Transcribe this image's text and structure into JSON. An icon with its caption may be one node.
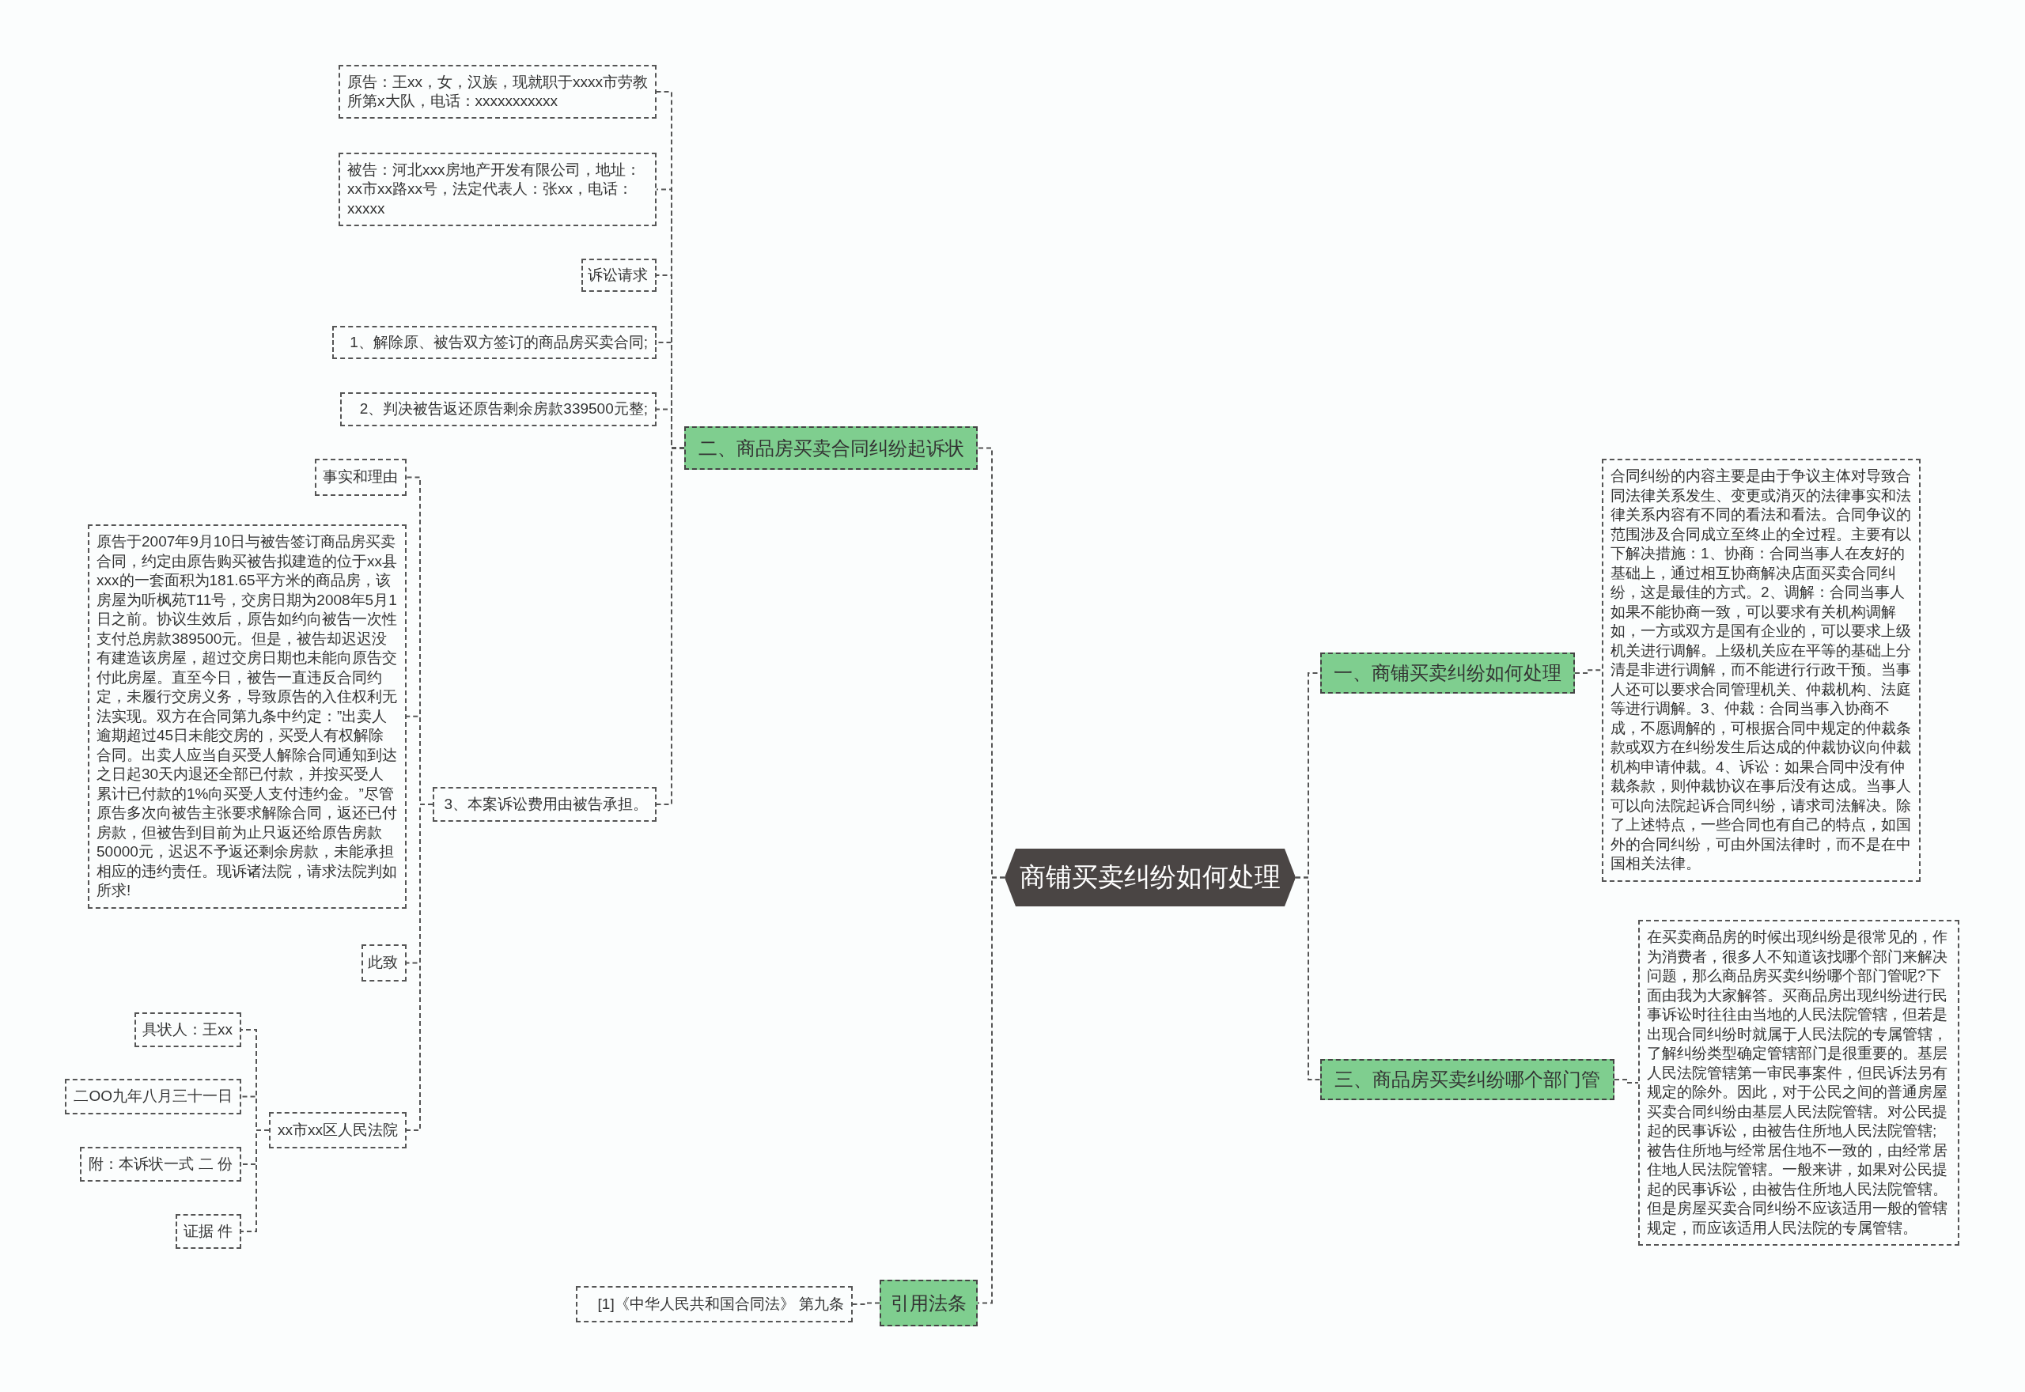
{
  "diagram": {
    "nodes": [
      {
        "text": [
          "商铺买卖纠纷如何处理"
        ]
      },
      {
        "text": [
          "一、商铺买卖纠纷如何处理"
        ]
      },
      {
        "text": [
          "合同纠纷的内容主要是由于争议主体对导致合同法律关系发生、变更或消灭的法律事实和法律关系内容有不同的看法和看法。合同争议的范围涉及合同成立至终止的全过程。主要有以下解决措施：1、协商：合同当事人在友好的基础上，通过相互协商解决店面买卖合同纠纷，这是最佳的方式。2、调解：合同当事人如果不能协商一致，可以要求有关机构调解如，一方或双方是国有企业的，可以要求上级机关进行调解。上级机关应在平等的基础上分清是非进行调解，而不能进行行政干预。当事人还可以要求合同管理机关、仲裁机构、法庭等进行调解。3、仲裁：合同当事入协商不成，不愿调解的，可根据合同中规定的仲裁条款或双方在纠纷发生后达成的仲裁协议向仲裁机构申请仲裁。4、诉讼：如果合同中没有仲裁条款，则仲裁协议在事后没有达成。当事人可以向法院起诉合同纠纷，请求司法解决。除了上述特点，一些合同也有自己的特点，如国外的合同纠纷，可由外国法律时，而不是在中国相关法律。"
        ]
      },
      {
        "text": [
          "三、商品房买卖纠纷哪个部门管"
        ]
      },
      {
        "text": [
          "在买卖商品房的时候出现纠纷是很常见的，作为消费者，很多人不知道该找哪个部门来解决问题，那么商品房买卖纠纷哪个部门管呢?下面由我为大家解答。买商品房出现纠纷进行民事诉讼时往往由当地的人民法院管辖，但若是出现合同纠纷时就属于人民法院的专属管辖，了解纠纷类型确定管辖部门是很重要的。基层人民法院管辖第一审民事案件，但民诉法另有规定的除外。因此，对于公民之间的普通房屋买卖合同纠纷由基层人民法院管辖。对公民提起的民事诉讼，由被告住所地人民法院管辖;被告住所地与经常居住地不一致的，由经常居住地人民法院管辖。一般来讲，如果对公民提起的民事诉讼，由被告住所地人民法院管辖。但是房屋买卖合同纠纷不应该适用一般的管辖规定，而应该适用人民法院的专属管辖。"
        ]
      },
      {
        "text": [
          "二、商品房买卖合同纠纷起诉状"
        ]
      },
      {
        "text": [
          "原告：王xx，女，汉族，现就职于xxxx市劳教所第x大队，电话：xxxxxxxxxxx"
        ]
      },
      {
        "text": [
          "被告：河北xxx房地产开发有限公司，地址：xx市xx路xx号，法定代表人：张xx，电话：xxxxx"
        ]
      },
      {
        "text": [
          "诉讼请求"
        ]
      },
      {
        "text": [
          "1、解除原、被告双方签订的商品房买卖合同;"
        ]
      },
      {
        "text": [
          "2、判决被告返还原告剩余房款339500元整;"
        ]
      },
      {
        "text": [
          "3、本案诉讼费用由被告承担。"
        ]
      },
      {
        "text": [
          "事实和理由"
        ]
      },
      {
        "text": [
          "原告于2007年9月10日与被告签订商品房买卖合同，约定由原告购买被告拟建造的位于xx县xxx的一套面积为181.65平方米的商品房，该房屋为听枫苑T11号，交房日期为2008年5月1日之前。协议生效后，原告如约向被告一次性支付总房款389500元。但是，被告却迟迟没有建造该房屋，超过交房日期也未能向原告交付此房屋。直至今日，被告一直违反合同约定，未履行交房义务，导致原告的入住权利无法实现。双方在合同第九条中约定：”出卖人逾期超过45日未能交房的，买受人有权解除合同。出卖人应当自买受人解除合同通知到达之日起30天内退还全部已付款，并按买受人累计已付款的1%向买受人支付违约金。”尽管原告多次向被告主张要求解除合同，返还已付房款，但被告到目前为止只返还给原告房款50000元，迟迟不予返还剩余房款，未能承担相应的违约责任。现诉诸法院，请求法院判如所求!"
        ]
      },
      {
        "text": [
          "此致"
        ]
      },
      {
        "text": [
          "xx市xx区人民法院"
        ]
      },
      {
        "text": [
          "具状人：王xx"
        ]
      },
      {
        "text": [
          "二OO九年八月三十一日"
        ]
      },
      {
        "text": [
          "附：本诉状一式 二 份"
        ]
      },
      {
        "text": [
          "证据 件"
        ]
      },
      {
        "text": [
          "引用法条"
        ]
      },
      {
        "text": [
          "[1]《中华人民共和国合同法》 第九条"
        ]
      }
    ],
    "edges": [
      {
        "from": 0,
        "to": 1,
        "arrow": "none",
        "style": "dashed"
      },
      {
        "from": 1,
        "to": 2,
        "arrow": "none",
        "style": "dashed"
      },
      {
        "from": 0,
        "to": 3,
        "arrow": "none",
        "style": "dashed"
      },
      {
        "from": 3,
        "to": 4,
        "arrow": "none",
        "style": "dashed"
      },
      {
        "from": 0,
        "to": 5,
        "arrow": "none",
        "style": "dashed"
      },
      {
        "from": 5,
        "to": 6,
        "arrow": "none",
        "style": "dashed"
      },
      {
        "from": 5,
        "to": 7,
        "arrow": "none",
        "style": "dashed"
      },
      {
        "from": 5,
        "to": 8,
        "arrow": "none",
        "style": "dashed"
      },
      {
        "from": 5,
        "to": 9,
        "arrow": "none",
        "style": "dashed"
      },
      {
        "from": 5,
        "to": 10,
        "arrow": "none",
        "style": "dashed"
      },
      {
        "from": 5,
        "to": 11,
        "arrow": "none",
        "style": "dashed"
      },
      {
        "from": 11,
        "to": 12,
        "arrow": "none",
        "style": "dashed"
      },
      {
        "from": 11,
        "to": 13,
        "arrow": "none",
        "style": "dashed"
      },
      {
        "from": 11,
        "to": 14,
        "arrow": "none",
        "style": "dashed"
      },
      {
        "from": 11,
        "to": 15,
        "arrow": "none",
        "style": "dashed"
      },
      {
        "from": 15,
        "to": 16,
        "arrow": "none",
        "style": "dashed"
      },
      {
        "from": 15,
        "to": 17,
        "arrow": "none",
        "style": "dashed"
      },
      {
        "from": 15,
        "to": 18,
        "arrow": "none",
        "style": "dashed"
      },
      {
        "from": 15,
        "to": 19,
        "arrow": "none",
        "style": "dashed"
      },
      {
        "from": 0,
        "to": 20,
        "arrow": "none",
        "style": "dashed"
      },
      {
        "from": 20,
        "to": 21,
        "arrow": "none",
        "style": "dashed"
      }
    ]
  }
}
